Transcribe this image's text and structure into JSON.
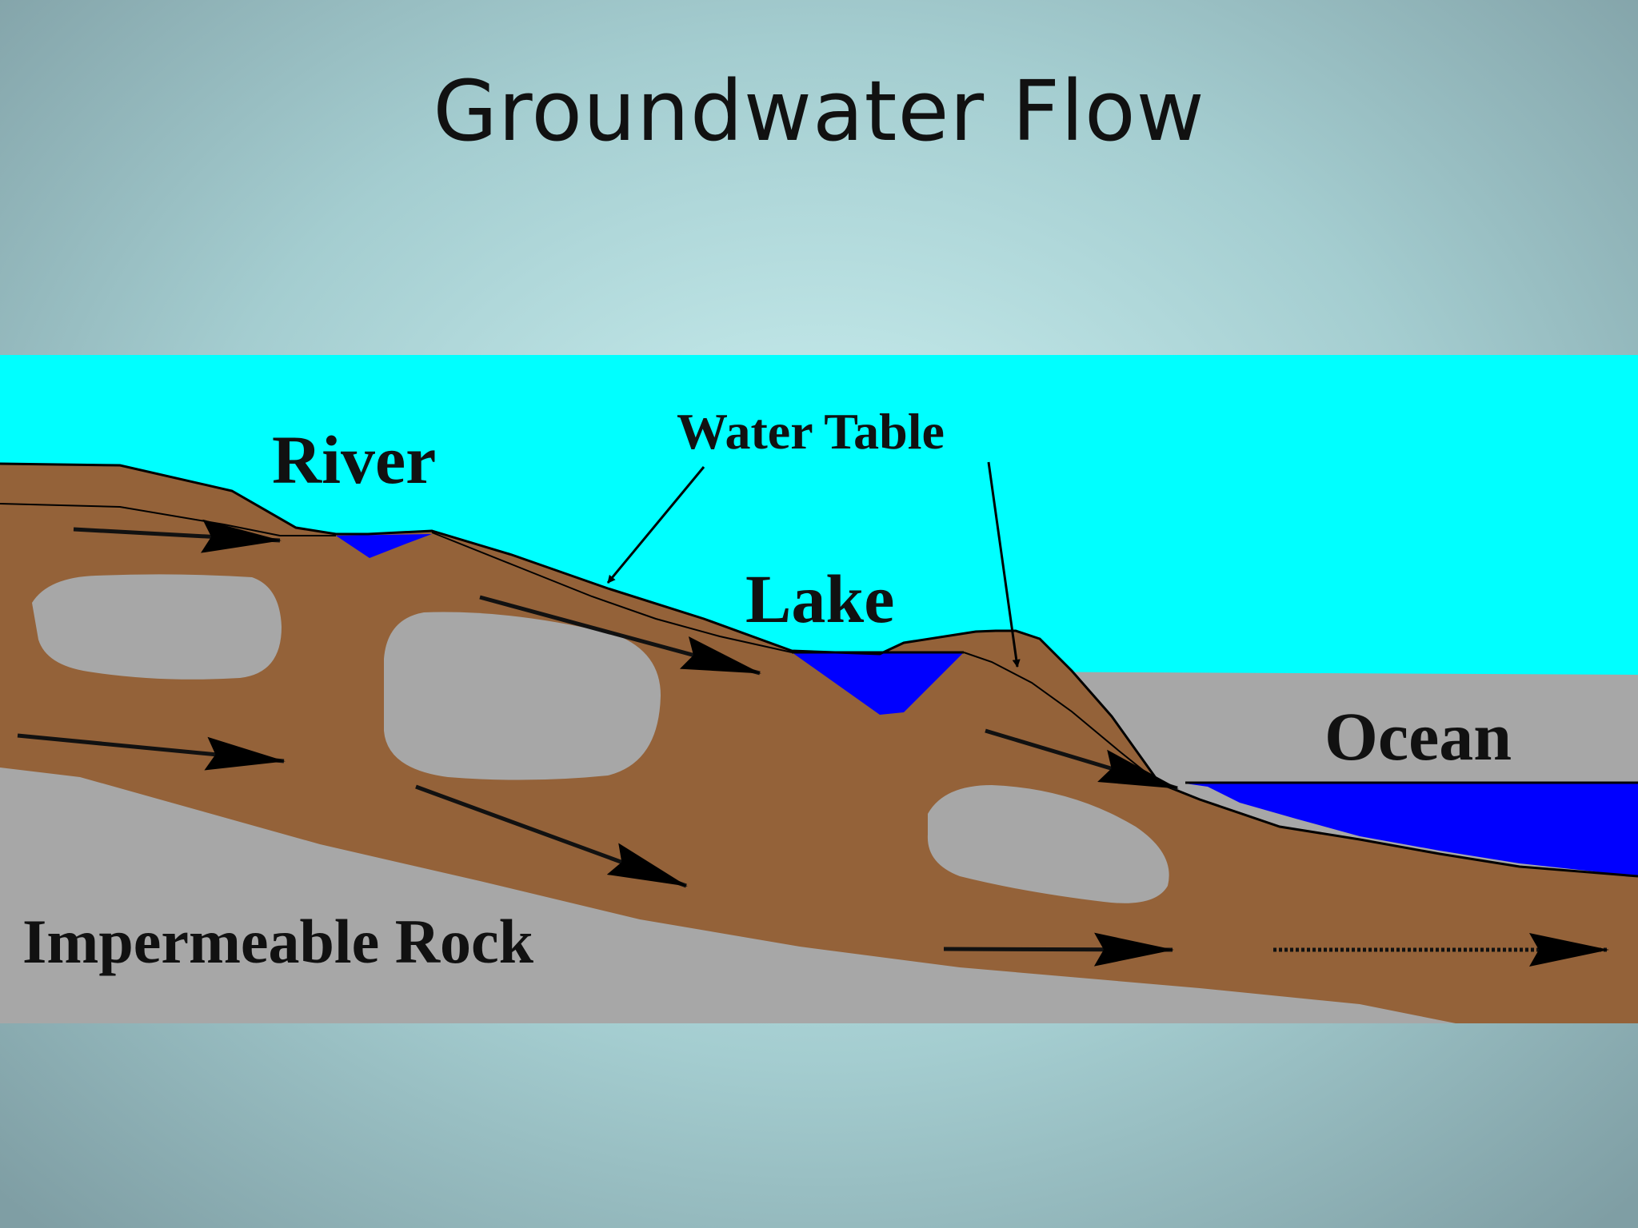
{
  "slide": {
    "title": "Groundwater Flow"
  },
  "diagram": {
    "labels": {
      "river": "River",
      "water_table": "Water Table",
      "lake": "Lake",
      "ocean": "Ocean",
      "rock": "Impermeable Rock"
    },
    "colors": {
      "sky": "#00ffff",
      "soil": "#946239",
      "rock": "#a7a7a7",
      "water": "#0000ff",
      "line": "#000000"
    }
  }
}
